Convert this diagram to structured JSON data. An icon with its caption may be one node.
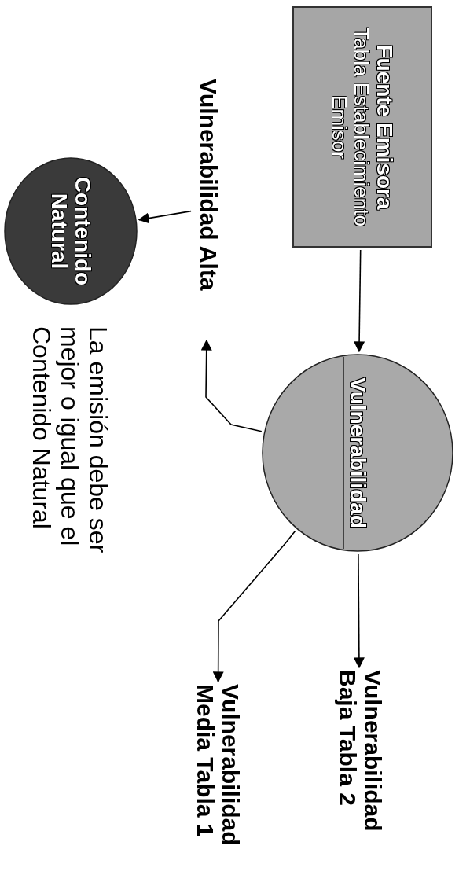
{
  "diagram": {
    "nodes": [
      {
        "text": [
          "Fuente Emisora",
          "Tabla Establecimiento Emisor"
        ]
      },
      {
        "text": [
          "Vulnerabilidad"
        ]
      },
      {
        "text": [
          "Vulnerabilidad Alta"
        ]
      },
      {
        "text": [
          "Contenido Natural"
        ]
      },
      {
        "text": [
          "Vulnerabilidad Baja Tabla 2"
        ]
      },
      {
        "text": [
          "Vulnerabilidad Media Tabla 1"
        ]
      }
    ],
    "edges": [
      {
        "from": 0,
        "to": 1,
        "arrow": "to"
      },
      {
        "from": 1,
        "to": 2,
        "arrow": "to"
      },
      {
        "from": 2,
        "to": 3,
        "arrow": "to"
      },
      {
        "from": 1,
        "to": 4,
        "arrow": "to"
      },
      {
        "from": 1,
        "to": 5,
        "arrow": "to"
      }
    ],
    "labels": [
      "La emisión debe ser mejor o igual que el Contenido Natural"
    ]
  }
}
